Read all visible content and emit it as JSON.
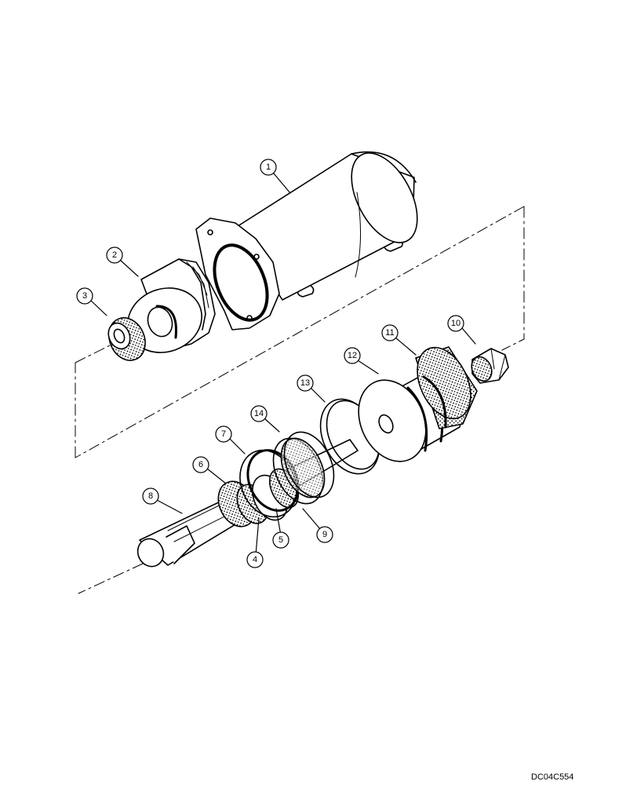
{
  "diagram": {
    "drawing_code": "DC04C554",
    "callouts": [
      "1",
      "2",
      "3",
      "4",
      "5",
      "6",
      "7",
      "8",
      "9",
      "10",
      "11",
      "12",
      "13",
      "14"
    ]
  }
}
